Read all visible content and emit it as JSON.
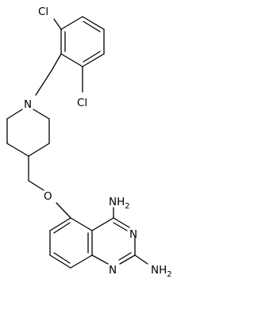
{
  "molecule": {
    "labels": {
      "cl_top": "Cl",
      "cl_bottom": "Cl",
      "n_piperidine": "N",
      "o_ether": "O",
      "nh2_4": "NH",
      "nh2_4_sub": "2",
      "n3": "N",
      "n1": "N",
      "nh2_2": "NH",
      "nh2_2_sub": "2"
    },
    "colors": {
      "ink": "#000000",
      "background": "#ffffff"
    }
  }
}
